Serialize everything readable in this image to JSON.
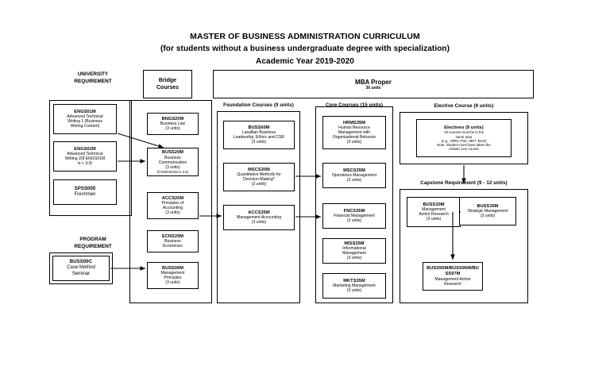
{
  "title": {
    "line1": "MASTER OF BUSINESS ADMINISTRATION CURRICULUM",
    "line2": "(for students without a business undergraduate degree with specialization)",
    "line3": "Academic Year 2019-2020"
  },
  "side_captions": {
    "university_requirement": "UNIVERSITY\nREQUIREMENT",
    "university_requirement_l1": "UNIVERSITY",
    "university_requirement_l2": "REQUIREMENT",
    "program_requirement_l1": "PROGRAM",
    "program_requirement_l2": "REQUIREMENT"
  },
  "headers": {
    "bridge_courses_l1": "Bridge",
    "bridge_courses_l2": "Courses",
    "mba_proper_title": "MBA Proper",
    "mba_proper_units": "36 units",
    "foundation_courses": "Foundation Courses (9 units)",
    "core_courses": "Core Courses (15 units)",
    "elective_course": "Elective Course (9 units)",
    "capstone_requirement": "Capstone Requirement (9 - 12 units)"
  },
  "university_requirement_courses": [
    {
      "code": "ENGS01M",
      "title_lines": [
        "Advanced Technical",
        "Writing  1 (Business",
        "Writing  Content)"
      ]
    },
    {
      "code": "ENGS02M",
      "title_lines": [
        "Advanced Technical",
        "Writing    2(If ENGS01M",
        "is < 3.0)"
      ]
    },
    {
      "code": "SPSS000",
      "title_lines": [
        "Freshmen"
      ]
    }
  ],
  "program_requirement_courses": [
    {
      "code": "BUSS00C",
      "title_lines": [
        "Case Method",
        "Seminar"
      ]
    }
  ],
  "bridge_courses": [
    {
      "code": "BNGS20M",
      "title_lines": [
        "Business Law",
        "(3 units)"
      ]
    },
    {
      "code": "BUSS20M",
      "title_lines": [
        "Business",
        "Communication",
        "(3 units)"
      ],
      "note": "(If ENGS01M is 3.0)"
    },
    {
      "code": "ACCS20M",
      "title_lines": [
        "Principles of",
        "Accounting",
        "(3 units)"
      ]
    },
    {
      "code": "ECNS20M",
      "title_lines": [
        "Business",
        "Economics"
      ]
    },
    {
      "code": "BUSS00M",
      "title_lines": [
        "Management",
        "Principles",
        "(3 units)"
      ]
    }
  ],
  "foundation_courses": [
    {
      "code": "BUSS60M",
      "title_lines": [
        "Lasallian Business",
        "Leadership, Ethics and CSR",
        "(3 units)"
      ]
    },
    {
      "code": "MSCS30M",
      "title_lines": [
        "Quantitative Methods for",
        "Decision-Making*",
        "(3 units)"
      ]
    },
    {
      "code": "ACCS35M",
      "title_lines": [
        "Management Accounting",
        "(3 units)"
      ]
    }
  ],
  "core_courses": [
    {
      "code": "HRMS35M",
      "title_lines": [
        "Human Resource",
        "Management with",
        "Organizational Behavior",
        "(3 units)"
      ]
    },
    {
      "code": "MSCS35M",
      "title_lines": [
        "Operations Management",
        "(3 units)"
      ]
    },
    {
      "code": "FNCS35M",
      "title_lines": [
        "Financial Management",
        "(3 units)"
      ]
    },
    {
      "code": "MISS35M",
      "title_lines": [
        "Informational",
        "Management",
        "(3 units)"
      ]
    },
    {
      "code": "MKTS35M",
      "title_lines": [
        "Marketing Management",
        "(3 units)"
      ]
    }
  ],
  "elective_box": {
    "code": "Electives (9 units)",
    "title_lines": [
      "All courses must be in the",
      "same area",
      "(e.g., HRM, FNC, MKT, BUS)",
      "Note: Student must have taken the",
      "related core course"
    ]
  },
  "capstone_courses": [
    {
      "code": "BUSS30M",
      "title_lines": [
        "Management",
        "Action Research",
        "(3 units)"
      ]
    },
    {
      "code": "BUSS35M",
      "title_lines": [
        "Strategic Management",
        "(3 units)"
      ]
    },
    {
      "code": "BUSS95M/BUSS96M/BUSS97M",
      "code_l1": "BUSS95M/BUSS96M/BU",
      "code_l2": "SS97M",
      "title_lines": [
        "Management  Action",
        "Research"
      ]
    }
  ],
  "colors": {
    "ink": "#000000",
    "paper": "#ffffff"
  }
}
